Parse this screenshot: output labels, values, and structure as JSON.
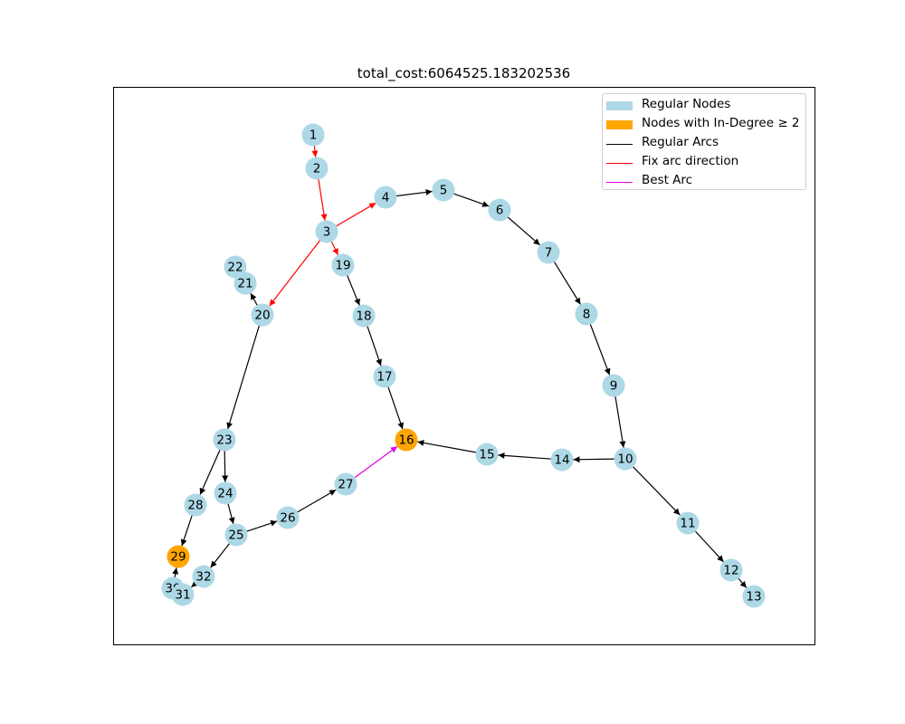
{
  "title": "total_cost:6064525.183202536",
  "colors": {
    "regular_node": "#add8e6",
    "high_indegree_node": "#ffa500",
    "regular_arc": "#000000",
    "fixed_arc": "#ff0000",
    "best_arc": "#e000e0"
  },
  "legend": [
    {
      "label": "Regular Nodes",
      "kind": "patch",
      "color": "#add8e6"
    },
    {
      "label": "Nodes with In-Degree ≥ 2",
      "kind": "patch",
      "color": "#ffa500"
    },
    {
      "label": "Regular Arcs",
      "kind": "line",
      "color": "#000000"
    },
    {
      "label": "Fix arc direction",
      "kind": "line",
      "color": "#ff0000"
    },
    {
      "label": "Best Arc",
      "kind": "line",
      "color": "#e000e0"
    }
  ],
  "nodes": [
    {
      "id": "1",
      "type": "regular"
    },
    {
      "id": "2",
      "type": "regular"
    },
    {
      "id": "3",
      "type": "regular"
    },
    {
      "id": "4",
      "type": "regular"
    },
    {
      "id": "5",
      "type": "regular"
    },
    {
      "id": "6",
      "type": "regular"
    },
    {
      "id": "7",
      "type": "regular"
    },
    {
      "id": "8",
      "type": "regular"
    },
    {
      "id": "9",
      "type": "regular"
    },
    {
      "id": "10",
      "type": "regular"
    },
    {
      "id": "11",
      "type": "regular"
    },
    {
      "id": "12",
      "type": "regular"
    },
    {
      "id": "13",
      "type": "regular"
    },
    {
      "id": "14",
      "type": "regular"
    },
    {
      "id": "15",
      "type": "regular"
    },
    {
      "id": "16",
      "type": "high_indegree"
    },
    {
      "id": "17",
      "type": "regular"
    },
    {
      "id": "18",
      "type": "regular"
    },
    {
      "id": "19",
      "type": "regular"
    },
    {
      "id": "20",
      "type": "regular"
    },
    {
      "id": "21",
      "type": "regular"
    },
    {
      "id": "22",
      "type": "regular"
    },
    {
      "id": "23",
      "type": "regular"
    },
    {
      "id": "24",
      "type": "regular"
    },
    {
      "id": "25",
      "type": "regular"
    },
    {
      "id": "26",
      "type": "regular"
    },
    {
      "id": "27",
      "type": "regular"
    },
    {
      "id": "28",
      "type": "regular"
    },
    {
      "id": "29",
      "type": "high_indegree"
    },
    {
      "id": "30",
      "type": "regular"
    },
    {
      "id": "31",
      "type": "regular"
    },
    {
      "id": "32",
      "type": "regular"
    }
  ],
  "arcs": [
    {
      "from": "1",
      "to": "2",
      "type": "fixed"
    },
    {
      "from": "2",
      "to": "3",
      "type": "fixed"
    },
    {
      "from": "3",
      "to": "4",
      "type": "fixed"
    },
    {
      "from": "3",
      "to": "19",
      "type": "fixed"
    },
    {
      "from": "3",
      "to": "20",
      "type": "fixed"
    },
    {
      "from": "4",
      "to": "5",
      "type": "regular"
    },
    {
      "from": "5",
      "to": "6",
      "type": "regular"
    },
    {
      "from": "6",
      "to": "7",
      "type": "regular"
    },
    {
      "from": "7",
      "to": "8",
      "type": "regular"
    },
    {
      "from": "8",
      "to": "9",
      "type": "regular"
    },
    {
      "from": "9",
      "to": "10",
      "type": "regular"
    },
    {
      "from": "10",
      "to": "11",
      "type": "regular"
    },
    {
      "from": "11",
      "to": "12",
      "type": "regular"
    },
    {
      "from": "12",
      "to": "13",
      "type": "regular"
    },
    {
      "from": "10",
      "to": "14",
      "type": "regular"
    },
    {
      "from": "14",
      "to": "15",
      "type": "regular"
    },
    {
      "from": "15",
      "to": "16",
      "type": "regular"
    },
    {
      "from": "19",
      "to": "18",
      "type": "regular"
    },
    {
      "from": "18",
      "to": "17",
      "type": "regular"
    },
    {
      "from": "17",
      "to": "16",
      "type": "regular"
    },
    {
      "from": "20",
      "to": "21",
      "type": "regular"
    },
    {
      "from": "21",
      "to": "22",
      "type": "regular"
    },
    {
      "from": "20",
      "to": "23",
      "type": "regular"
    },
    {
      "from": "23",
      "to": "24",
      "type": "regular"
    },
    {
      "from": "23",
      "to": "28",
      "type": "regular"
    },
    {
      "from": "24",
      "to": "25",
      "type": "regular"
    },
    {
      "from": "25",
      "to": "26",
      "type": "regular"
    },
    {
      "from": "26",
      "to": "27",
      "type": "regular"
    },
    {
      "from": "27",
      "to": "16",
      "type": "best"
    },
    {
      "from": "25",
      "to": "32",
      "type": "regular"
    },
    {
      "from": "32",
      "to": "31",
      "type": "regular"
    },
    {
      "from": "31",
      "to": "30",
      "type": "regular"
    },
    {
      "from": "30",
      "to": "29",
      "type": "regular"
    },
    {
      "from": "28",
      "to": "29",
      "type": "regular"
    }
  ]
}
